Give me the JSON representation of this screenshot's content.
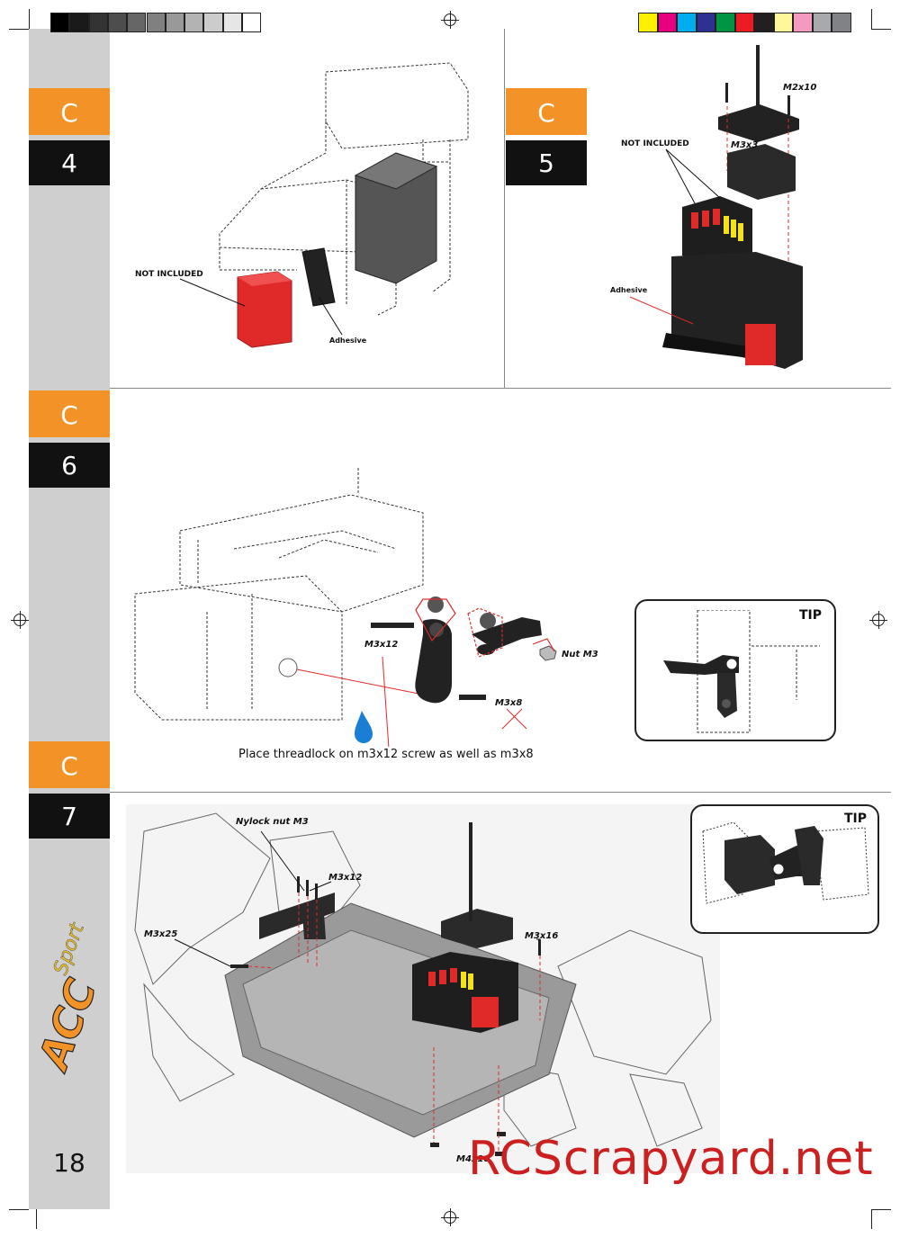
{
  "colors": {
    "accent_orange": "#f39327",
    "step_black": "#111111",
    "sidebar_grey": "#cfcfcf",
    "part_red": "#e02a2a",
    "watermark_red": "#cc1f1f"
  },
  "grey_swatches": [
    "#000000",
    "#1a1a1a",
    "#333333",
    "#4d4d4d",
    "#666666",
    "#808080",
    "#999999",
    "#b3b3b3",
    "#cccccc",
    "#e6e6e6",
    "#ffffff"
  ],
  "color_swatches": [
    "#fff200",
    "#e6007e",
    "#00aeef",
    "#2e3192",
    "#009444",
    "#ed1c24",
    "#231f20",
    "#fff799",
    "#f49ac1",
    "#a7a9ac",
    "#808285"
  ],
  "steps": {
    "c4": {
      "letter": "C",
      "number": "4"
    },
    "c5": {
      "letter": "C",
      "number": "5"
    },
    "c6": {
      "letter": "C",
      "number": "6"
    },
    "c7": {
      "letter": "C",
      "number": "7"
    }
  },
  "c4": {
    "not_included": "NOT INCLUDED",
    "adhesive": "Adhesive"
  },
  "c5": {
    "m2x10": "M2x10",
    "not_included": "NOT INCLUDED",
    "m3x3": "M3x3",
    "adhesive": "Adhesive"
  },
  "c6": {
    "m3x12": "M3x12",
    "nut_m3": "Nut M3",
    "m3x8": "M3x8",
    "note": "Place threadlock on m3x12 screw as well as m3x8",
    "tip": "TIP"
  },
  "c7": {
    "nylock": "Nylock nut M3",
    "m3x12": "M3x12",
    "m3x25": "M3x25",
    "m3x16": "M3x16",
    "m4x10": "M4x10",
    "tip": "TIP"
  },
  "page_number": "18",
  "watermark": "RCScrapyard.net",
  "logo": {
    "model": "ACC",
    "sub": "Sport"
  }
}
